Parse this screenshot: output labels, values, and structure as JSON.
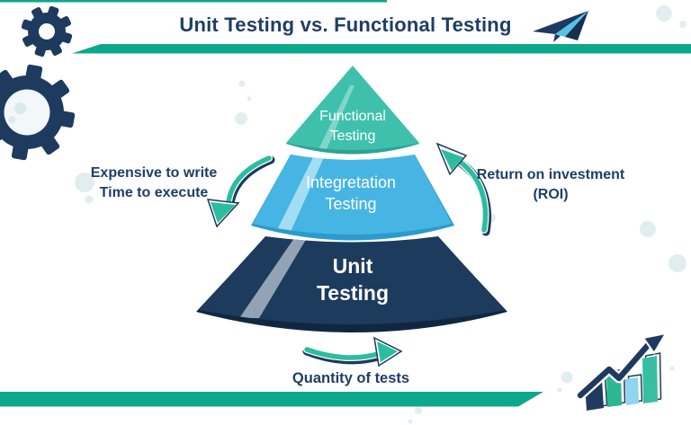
{
  "header": {
    "title": "Unit Testing vs. Functional Testing"
  },
  "pyramid": {
    "levels": [
      {
        "name": "functional-testing",
        "line1": "Functional",
        "line2": "Testing",
        "color": "#3FC0AD",
        "shade": "#2BA493"
      },
      {
        "name": "integration-testing",
        "line1": "Integretation",
        "line2": "Testing",
        "color": "#47B5E3",
        "shade": "#2B9BCE"
      },
      {
        "name": "unit-testing",
        "line1": "Unit",
        "line2": "Testing",
        "color": "#1D3B5D",
        "shade": "#112741"
      }
    ]
  },
  "annotations": {
    "left": {
      "line1": "Expensive to write",
      "line2": "Time to execute"
    },
    "right": {
      "line1": "Return on investment",
      "line2": "(ROI)"
    },
    "bottom": {
      "label": "Quantity of tests"
    }
  },
  "colors": {
    "band": "#0CA88C",
    "arrow": "#2BBE9E",
    "title_text": "#1F3E66",
    "navy": "#1E3A5F",
    "green": "#2BB794",
    "light_blue": "#8FD4F1",
    "teal": "#36BFA3",
    "dot": "#E2EDF0"
  },
  "icons": {
    "top_left_small": "gear-icon",
    "top_left_large": "gear-icon",
    "beside_title": "paper-plane-icon",
    "bottom_right": "growth-chart-icon"
  }
}
